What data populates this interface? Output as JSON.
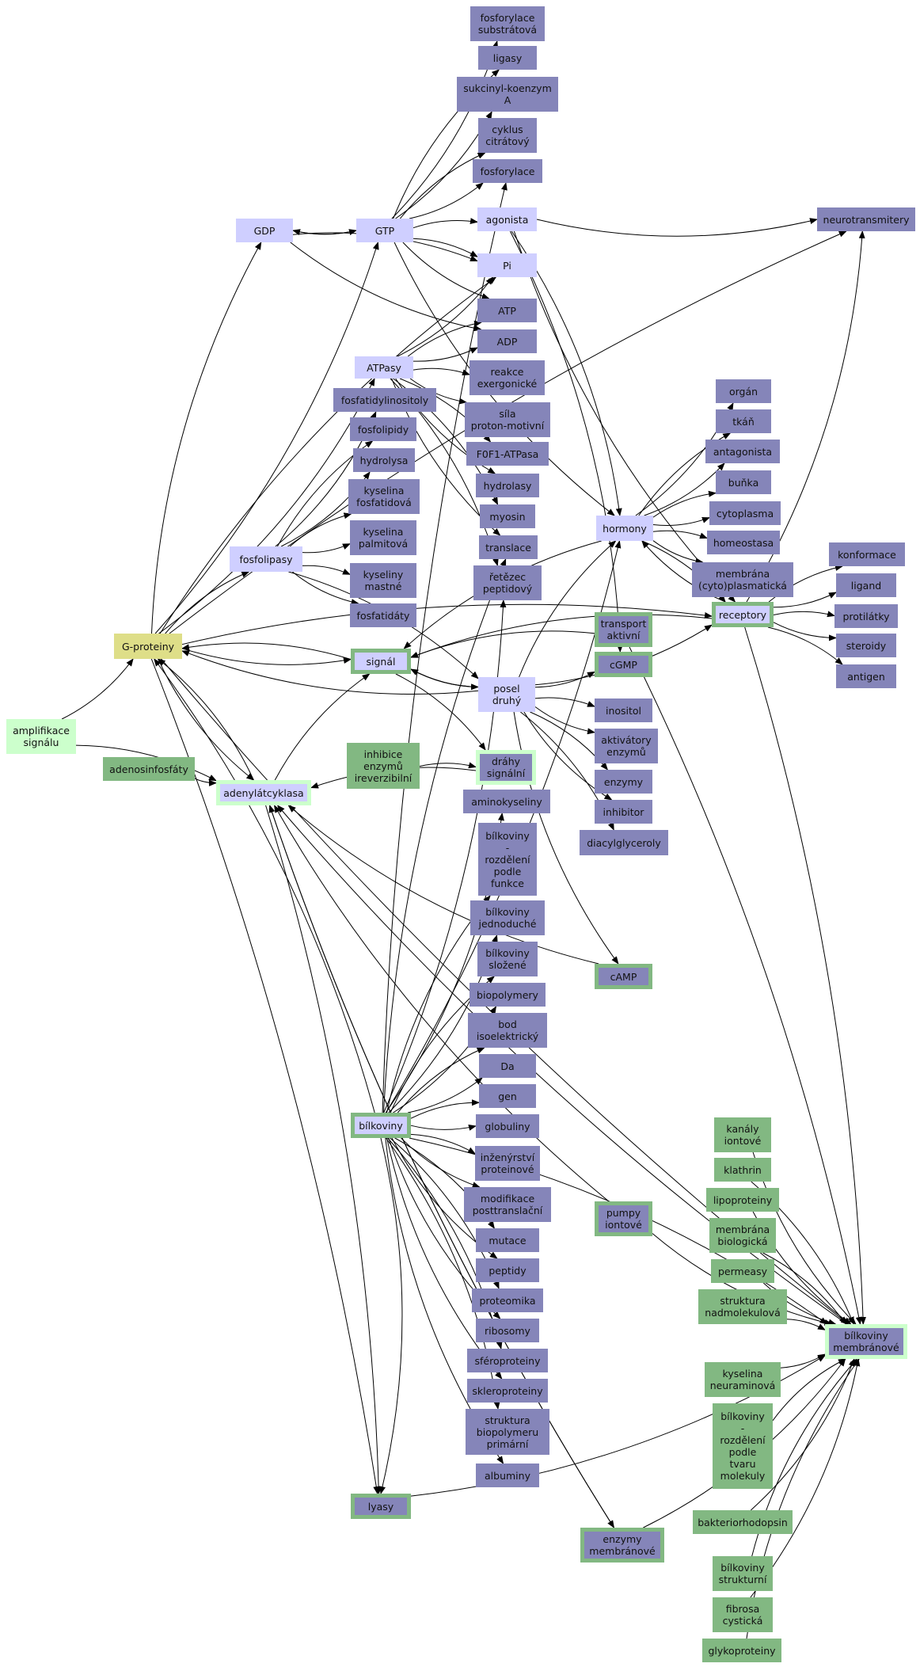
{
  "colors": {
    "dark": "#8585b9",
    "light": "#cfcfff",
    "green": "#82b882",
    "yellow": "#dede88",
    "palegreen": "#ccffcc",
    "edge": "#000000"
  },
  "nodes": [
    {
      "id": "fosforylace-substratova",
      "label": "fosforylace\nsubstrátová",
      "style": "dark"
    },
    {
      "id": "ligasy",
      "label": "ligasy",
      "style": "dark"
    },
    {
      "id": "sukcinyl-koenzym-a",
      "label": "sukcinyl-koenzym\nA",
      "style": "dark"
    },
    {
      "id": "cyklus-citratovy",
      "label": "cyklus\ncitrátový",
      "style": "dark"
    },
    {
      "id": "fosforylace",
      "label": "fosforylace",
      "style": "dark"
    },
    {
      "id": "agonista",
      "label": "agonista",
      "style": "light"
    },
    {
      "id": "neurotransmitery",
      "label": "neurotransmitery",
      "style": "dark"
    },
    {
      "id": "gdp",
      "label": "GDP",
      "style": "light"
    },
    {
      "id": "gtp",
      "label": "GTP",
      "style": "light"
    },
    {
      "id": "pi",
      "label": "Pi",
      "style": "light"
    },
    {
      "id": "atp",
      "label": "ATP",
      "style": "dark"
    },
    {
      "id": "adp",
      "label": "ADP",
      "style": "dark"
    },
    {
      "id": "atpasy",
      "label": "ATPasy",
      "style": "light"
    },
    {
      "id": "reakce-exergonicke",
      "label": "reakce\nexergonické",
      "style": "dark"
    },
    {
      "id": "fosfatidylinositoly",
      "label": "fosfatidylinositoly",
      "style": "dark"
    },
    {
      "id": "sila-proton-motivni",
      "label": "síla\nproton-motivní",
      "style": "dark"
    },
    {
      "id": "organ",
      "label": "orgán",
      "style": "dark"
    },
    {
      "id": "fosfolipidy",
      "label": "fosfolipidy",
      "style": "dark"
    },
    {
      "id": "tkan",
      "label": "tkáň",
      "style": "dark"
    },
    {
      "id": "f0f1-atpasa",
      "label": "F0F1-ATPasa",
      "style": "dark"
    },
    {
      "id": "antagonista",
      "label": "antagonista",
      "style": "dark"
    },
    {
      "id": "hydrolysa",
      "label": "hydrolysa",
      "style": "dark"
    },
    {
      "id": "hydrolasy",
      "label": "hydrolasy",
      "style": "dark"
    },
    {
      "id": "bunka",
      "label": "buňka",
      "style": "dark"
    },
    {
      "id": "kyselina-fosfatidova",
      "label": "kyselina\nfosfatidová",
      "style": "dark"
    },
    {
      "id": "cytoplasma",
      "label": "cytoplasma",
      "style": "dark"
    },
    {
      "id": "myosin",
      "label": "myosin",
      "style": "dark"
    },
    {
      "id": "hormony",
      "label": "hormony",
      "style": "light"
    },
    {
      "id": "kyselina-palmitova",
      "label": "kyselina\npalmitová",
      "style": "dark"
    },
    {
      "id": "homeostasa",
      "label": "homeostasa",
      "style": "dark"
    },
    {
      "id": "translace",
      "label": "translace",
      "style": "dark"
    },
    {
      "id": "konformace",
      "label": "konformace",
      "style": "dark"
    },
    {
      "id": "fosfolipasy",
      "label": "fosfolipasy",
      "style": "light"
    },
    {
      "id": "retezec-peptidovy",
      "label": "řetězec\npeptidový",
      "style": "dark"
    },
    {
      "id": "membrana-cytoplasmaticka",
      "label": "membrána\n(cyto)plasmatická",
      "style": "dark"
    },
    {
      "id": "kyseliny-mastne",
      "label": "kyseliny\nmastné",
      "style": "dark"
    },
    {
      "id": "ligand",
      "label": "ligand",
      "style": "dark"
    },
    {
      "id": "receptory",
      "label": "receptory",
      "style": "light",
      "hl": "green"
    },
    {
      "id": "protilatky",
      "label": "protilátky",
      "style": "dark"
    },
    {
      "id": "fosfatidaty",
      "label": "fosfatidáty",
      "style": "dark"
    },
    {
      "id": "transport-aktivni",
      "label": "transport\naktivní",
      "style": "dark",
      "hl": "green"
    },
    {
      "id": "g-proteiny",
      "label": "G-proteiny",
      "style": "yellow"
    },
    {
      "id": "steroidy",
      "label": "steroidy",
      "style": "dark"
    },
    {
      "id": "signal",
      "label": "signál",
      "style": "light",
      "hl": "green"
    },
    {
      "id": "cgmp",
      "label": "cGMP",
      "style": "dark",
      "hl": "green"
    },
    {
      "id": "antigen",
      "label": "antigen",
      "style": "dark"
    },
    {
      "id": "posel-druhy",
      "label": "posel\ndruhý",
      "style": "light"
    },
    {
      "id": "inositol",
      "label": "inositol",
      "style": "dark"
    },
    {
      "id": "amplifikace-signalu",
      "label": "amplifikace\nsignálu",
      "style": "palegreen"
    },
    {
      "id": "aktivatory-enzymu",
      "label": "aktivátory\nenzymů",
      "style": "dark"
    },
    {
      "id": "inhibice-enzymu-ireverzibilni",
      "label": "inhibice\nenzymů\nireverzibilní",
      "style": "green"
    },
    {
      "id": "adenosinfosfaty",
      "label": "adenosinfosfáty",
      "style": "green"
    },
    {
      "id": "drahy-signalni",
      "label": "dráhy\nsignální",
      "style": "dark",
      "hl": "pale"
    },
    {
      "id": "enzymy",
      "label": "enzymy",
      "style": "dark"
    },
    {
      "id": "adenylatcyklasa",
      "label": "adenylátcyklasa",
      "style": "light",
      "hl": "pale"
    },
    {
      "id": "aminokyseliny",
      "label": "aminokyseliny",
      "style": "dark"
    },
    {
      "id": "inhibitor",
      "label": "inhibitor",
      "style": "dark"
    },
    {
      "id": "diacylglyceroly",
      "label": "diacylglyceroly",
      "style": "dark"
    },
    {
      "id": "bilkoviny-rozdeleni-funkce",
      "label": "bílkoviny\n-\nrozdělení\npodle\nfunkce",
      "style": "dark"
    },
    {
      "id": "bilkoviny-jednoduche",
      "label": "bílkoviny\njednoduché",
      "style": "dark"
    },
    {
      "id": "bilkoviny-slozene",
      "label": "bílkoviny\nsložené",
      "style": "dark"
    },
    {
      "id": "camp",
      "label": "cAMP",
      "style": "dark",
      "hl": "green"
    },
    {
      "id": "biopolymery",
      "label": "biopolymery",
      "style": "dark"
    },
    {
      "id": "bod-isoelektricky",
      "label": "bod\nisoelektrický",
      "style": "dark"
    },
    {
      "id": "da",
      "label": "Da",
      "style": "dark"
    },
    {
      "id": "gen",
      "label": "gen",
      "style": "dark"
    },
    {
      "id": "bilkoviny",
      "label": "bílkoviny",
      "style": "light",
      "hl": "green"
    },
    {
      "id": "globuliny",
      "label": "globuliny",
      "style": "dark"
    },
    {
      "id": "kanaly-iontove",
      "label": "kanály\niontové",
      "style": "green"
    },
    {
      "id": "inzenyrstvi-proteinove",
      "label": "inženýrství\nproteinové",
      "style": "dark"
    },
    {
      "id": "klathrin",
      "label": "klathrin",
      "style": "green"
    },
    {
      "id": "modifikace-posttranslacni",
      "label": "modifikace\nposttranslační",
      "style": "dark"
    },
    {
      "id": "lipoproteiny",
      "label": "lipoproteiny",
      "style": "green"
    },
    {
      "id": "pumpy-iontove",
      "label": "pumpy\niontové",
      "style": "dark",
      "hl": "green"
    },
    {
      "id": "membrana-biologicka",
      "label": "membrána\nbiologická",
      "style": "green"
    },
    {
      "id": "mutace",
      "label": "mutace",
      "style": "dark"
    },
    {
      "id": "permeasy",
      "label": "permeasy",
      "style": "green"
    },
    {
      "id": "peptidy",
      "label": "peptidy",
      "style": "dark"
    },
    {
      "id": "struktura-nadmolekulova",
      "label": "struktura\nnadmolekulová",
      "style": "green"
    },
    {
      "id": "proteomika",
      "label": "proteomika",
      "style": "dark"
    },
    {
      "id": "bilkoviny-membranove",
      "label": "bílkoviny\nmembránové",
      "style": "dark",
      "hl": "pale"
    },
    {
      "id": "ribosomy",
      "label": "ribosomy",
      "style": "dark"
    },
    {
      "id": "kyselina-neuraminova",
      "label": "kyselina\nneuraminová",
      "style": "green"
    },
    {
      "id": "sferoproteiny",
      "label": "sféroproteiny",
      "style": "dark"
    },
    {
      "id": "skleroproteiny",
      "label": "skleroproteiny",
      "style": "dark"
    },
    {
      "id": "bilkoviny-rozdeleni-tvaru",
      "label": "bílkoviny\n-\nrozdělení\npodle\ntvaru\nmolekuly",
      "style": "green"
    },
    {
      "id": "struktura-biopolymeru-primarni",
      "label": "struktura\nbiopolymeru\nprimární",
      "style": "dark"
    },
    {
      "id": "albuminy",
      "label": "albuminy",
      "style": "dark"
    },
    {
      "id": "lyasy",
      "label": "lyasy",
      "style": "dark",
      "hl": "green"
    },
    {
      "id": "bakteriorhodopsin",
      "label": "bakteriorhodopsin",
      "style": "green"
    },
    {
      "id": "enzymy-membranove",
      "label": "enzymy\nmembránové",
      "style": "dark",
      "hl": "green"
    },
    {
      "id": "bilkoviny-strukturni",
      "label": "bílkoviny\nstrukturní",
      "style": "green"
    },
    {
      "id": "fibrosa-cysticka",
      "label": "fibrosa\ncystická",
      "style": "green"
    },
    {
      "id": "glykoproteiny",
      "label": "glykoproteiny",
      "style": "green"
    }
  ],
  "edges": [
    [
      "gtp",
      "fosforylace-substratova"
    ],
    [
      "gtp",
      "ligasy"
    ],
    [
      "gtp",
      "sukcinyl-koenzym-a"
    ],
    [
      "gtp",
      "cyklus-citratovy"
    ],
    [
      "gtp",
      "fosforylace"
    ],
    [
      "gtp",
      "gdp"
    ],
    [
      "gdp",
      "gtp"
    ],
    [
      "gtp",
      "pi"
    ],
    [
      "gtp",
      "atp"
    ],
    [
      "gtp",
      "agonista"
    ],
    [
      "gtp",
      "hormony"
    ],
    [
      "gdp",
      "pi"
    ],
    [
      "gdp",
      "adp"
    ],
    [
      "g-proteiny",
      "gdp"
    ],
    [
      "g-proteiny",
      "gtp"
    ],
    [
      "g-proteiny",
      "pi"
    ],
    [
      "g-proteiny",
      "atpasy"
    ],
    [
      "g-proteiny",
      "fosfolipasy"
    ],
    [
      "g-proteiny",
      "signal"
    ],
    [
      "g-proteiny",
      "receptory"
    ],
    [
      "g-proteiny",
      "adenylatcyklasa"
    ],
    [
      "g-proteiny",
      "lyasy"
    ],
    [
      "g-proteiny",
      "bilkoviny-membranove"
    ],
    [
      "g-proteiny",
      "neurotransmitery"
    ],
    [
      "atpasy",
      "pi"
    ],
    [
      "atpasy",
      "atp"
    ],
    [
      "atpasy",
      "adp"
    ],
    [
      "atpasy",
      "reakce-exergonicke"
    ],
    [
      "atpasy",
      "sila-proton-motivni"
    ],
    [
      "atpasy",
      "f0f1-atpasa"
    ],
    [
      "atpasy",
      "hydrolasy"
    ],
    [
      "atpasy",
      "myosin"
    ],
    [
      "atpasy",
      "translace"
    ],
    [
      "atpasy",
      "retezec-peptidovy"
    ],
    [
      "fosfolipasy",
      "fosfatidylinositoly"
    ],
    [
      "fosfolipasy",
      "fosfolipidy"
    ],
    [
      "fosfolipasy",
      "hydrolysa"
    ],
    [
      "fosfolipasy",
      "kyselina-fosfatidova"
    ],
    [
      "fosfolipasy",
      "kyselina-palmitova"
    ],
    [
      "fosfolipasy",
      "kyseliny-mastne"
    ],
    [
      "fosfolipasy",
      "fosfatidaty"
    ],
    [
      "fosfolipasy",
      "posel-druhy"
    ],
    [
      "agonista",
      "neurotransmitery"
    ],
    [
      "agonista",
      "hormony"
    ],
    [
      "agonista",
      "receptory"
    ],
    [
      "agonista",
      "cgmp"
    ],
    [
      "hormony",
      "organ"
    ],
    [
      "hormony",
      "tkan"
    ],
    [
      "hormony",
      "antagonista"
    ],
    [
      "hormony",
      "bunka"
    ],
    [
      "hormony",
      "cytoplasma"
    ],
    [
      "hormony",
      "homeostasa"
    ],
    [
      "hormony",
      "membrana-cytoplasmaticka"
    ],
    [
      "hormony",
      "receptory"
    ],
    [
      "hormony",
      "signal"
    ],
    [
      "receptory",
      "konformace"
    ],
    [
      "receptory",
      "ligand"
    ],
    [
      "receptory",
      "protilatky"
    ],
    [
      "receptory",
      "steroidy"
    ],
    [
      "receptory",
      "antigen"
    ],
    [
      "receptory",
      "neurotransmitery"
    ],
    [
      "receptory",
      "hormony"
    ],
    [
      "receptory",
      "signal"
    ],
    [
      "receptory",
      "bilkoviny-membranove"
    ],
    [
      "signal",
      "posel-druhy"
    ],
    [
      "signal",
      "drahy-signalni"
    ],
    [
      "signal",
      "g-proteiny"
    ],
    [
      "posel-druhy",
      "signal"
    ],
    [
      "posel-druhy",
      "cgmp"
    ],
    [
      "posel-druhy",
      "inositol"
    ],
    [
      "posel-druhy",
      "aktivatory-enzymu"
    ],
    [
      "posel-druhy",
      "enzymy"
    ],
    [
      "posel-druhy",
      "inhibitor"
    ],
    [
      "posel-druhy",
      "diacylglyceroly"
    ],
    [
      "posel-druhy",
      "camp"
    ],
    [
      "posel-druhy",
      "hormony"
    ],
    [
      "posel-druhy",
      "receptory"
    ],
    [
      "posel-druhy",
      "g-proteiny"
    ],
    [
      "amplifikace-signalu",
      "g-proteiny"
    ],
    [
      "amplifikace-signalu",
      "adenylatcyklasa"
    ],
    [
      "adenosinfosfaty",
      "adenylatcyklasa"
    ],
    [
      "inhibice-enzymu-ireverzibilni",
      "drahy-signalni"
    ],
    [
      "drahy-signalni",
      "adenylatcyklasa"
    ],
    [
      "adenylatcyklasa",
      "signal"
    ],
    [
      "adenylatcyklasa",
      "g-proteiny"
    ],
    [
      "camp",
      "adenylatcyklasa"
    ],
    [
      "transport-aktivni",
      "signal"
    ],
    [
      "transport-aktivni",
      "bilkoviny-membranove"
    ],
    [
      "pumpy-iontove",
      "bilkoviny-membranove"
    ],
    [
      "pumpy-iontove",
      "adenylatcyklasa"
    ],
    [
      "bilkoviny",
      "aminokyseliny"
    ],
    [
      "bilkoviny",
      "bilkoviny-rozdeleni-funkce"
    ],
    [
      "bilkoviny",
      "bilkoviny-jednoduche"
    ],
    [
      "bilkoviny",
      "bilkoviny-slozene"
    ],
    [
      "bilkoviny",
      "biopolymery"
    ],
    [
      "bilkoviny",
      "bod-isoelektricky"
    ],
    [
      "bilkoviny",
      "da"
    ],
    [
      "bilkoviny",
      "gen"
    ],
    [
      "bilkoviny",
      "globuliny"
    ],
    [
      "bilkoviny",
      "inzenyrstvi-proteinove"
    ],
    [
      "bilkoviny",
      "modifikace-posttranslacni"
    ],
    [
      "bilkoviny",
      "mutace"
    ],
    [
      "bilkoviny",
      "peptidy"
    ],
    [
      "bilkoviny",
      "proteomika"
    ],
    [
      "bilkoviny",
      "ribosomy"
    ],
    [
      "bilkoviny",
      "sferoproteiny"
    ],
    [
      "bilkoviny",
      "skleroproteiny"
    ],
    [
      "bilkoviny",
      "struktura-biopolymeru-primarni"
    ],
    [
      "bilkoviny",
      "albuminy"
    ],
    [
      "bilkoviny",
      "lyasy"
    ],
    [
      "bilkoviny",
      "retezec-peptidovy"
    ],
    [
      "bilkoviny",
      "translace"
    ],
    [
      "bilkoviny",
      "hormony"
    ],
    [
      "bilkoviny",
      "fosforylace"
    ],
    [
      "bilkoviny",
      "g-proteiny"
    ],
    [
      "bilkoviny",
      "bilkoviny-membranove"
    ],
    [
      "kanaly-iontove",
      "bilkoviny-membranove"
    ],
    [
      "klathrin",
      "bilkoviny-membranove"
    ],
    [
      "lipoproteiny",
      "bilkoviny-membranove"
    ],
    [
      "membrana-biologicka",
      "bilkoviny-membranove"
    ],
    [
      "permeasy",
      "bilkoviny-membranove"
    ],
    [
      "struktura-nadmolekulova",
      "bilkoviny-membranove"
    ],
    [
      "kyselina-neuraminova",
      "bilkoviny-membranove"
    ],
    [
      "bilkoviny-rozdeleni-tvaru",
      "bilkoviny-membranove"
    ],
    [
      "bakteriorhodopsin",
      "bilkoviny-membranove"
    ],
    [
      "bilkoviny-strukturni",
      "bilkoviny-membranove"
    ],
    [
      "fibrosa-cysticka",
      "bilkoviny-membranove"
    ],
    [
      "glykoproteiny",
      "bilkoviny-membranove"
    ],
    [
      "enzymy-membranove",
      "bilkoviny-membranove"
    ],
    [
      "enzymy-membranove",
      "adenylatcyklasa"
    ],
    [
      "adenylatcyklasa",
      "enzymy-membranove"
    ],
    [
      "adenylatcyklasa",
      "lyasy"
    ],
    [
      "lyasy",
      "bilkoviny-membranove"
    ],
    [
      "bilkoviny-membranove",
      "adenylatcyklasa"
    ]
  ]
}
